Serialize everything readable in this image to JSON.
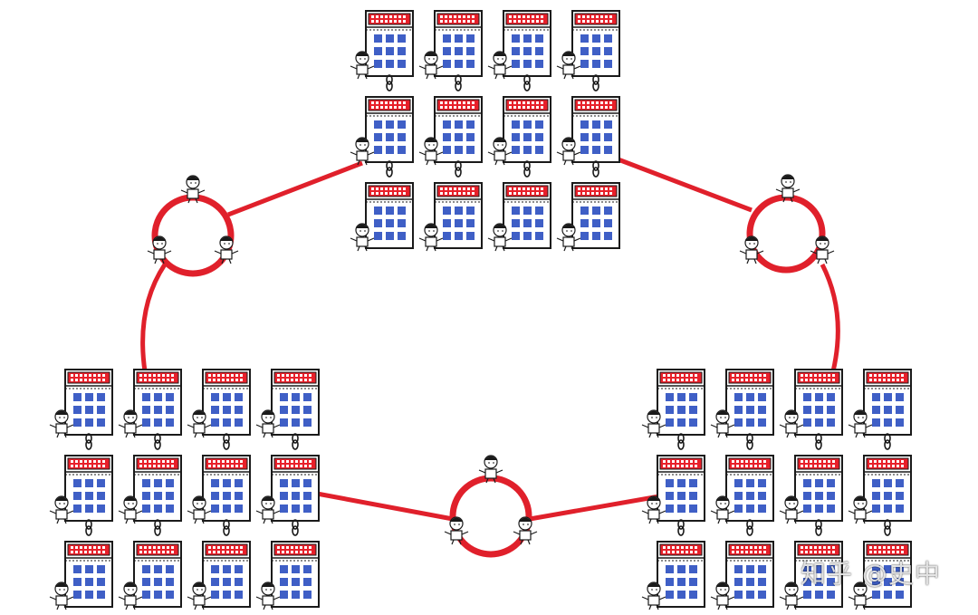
{
  "watermark": "知乎 @史中",
  "colors": {
    "ring": "#e0202b",
    "building_roof": "#e8202a",
    "building_body": "#ffffff",
    "window": "#3f5fc6",
    "outline": "#1a1a1a"
  },
  "clusters": [
    {
      "id": "top",
      "rows": 3,
      "cols": 4
    },
    {
      "id": "bottom-left",
      "rows": 3,
      "cols": 4
    },
    {
      "id": "bottom-right",
      "rows": 3,
      "cols": 4
    }
  ],
  "rings": [
    {
      "id": "left-ring",
      "people": 3
    },
    {
      "id": "right-ring",
      "people": 3
    },
    {
      "id": "bottom-ring",
      "people": 3
    }
  ],
  "icons": [
    "building-icon",
    "person-icon",
    "chain-link-icon",
    "ring-icon"
  ]
}
